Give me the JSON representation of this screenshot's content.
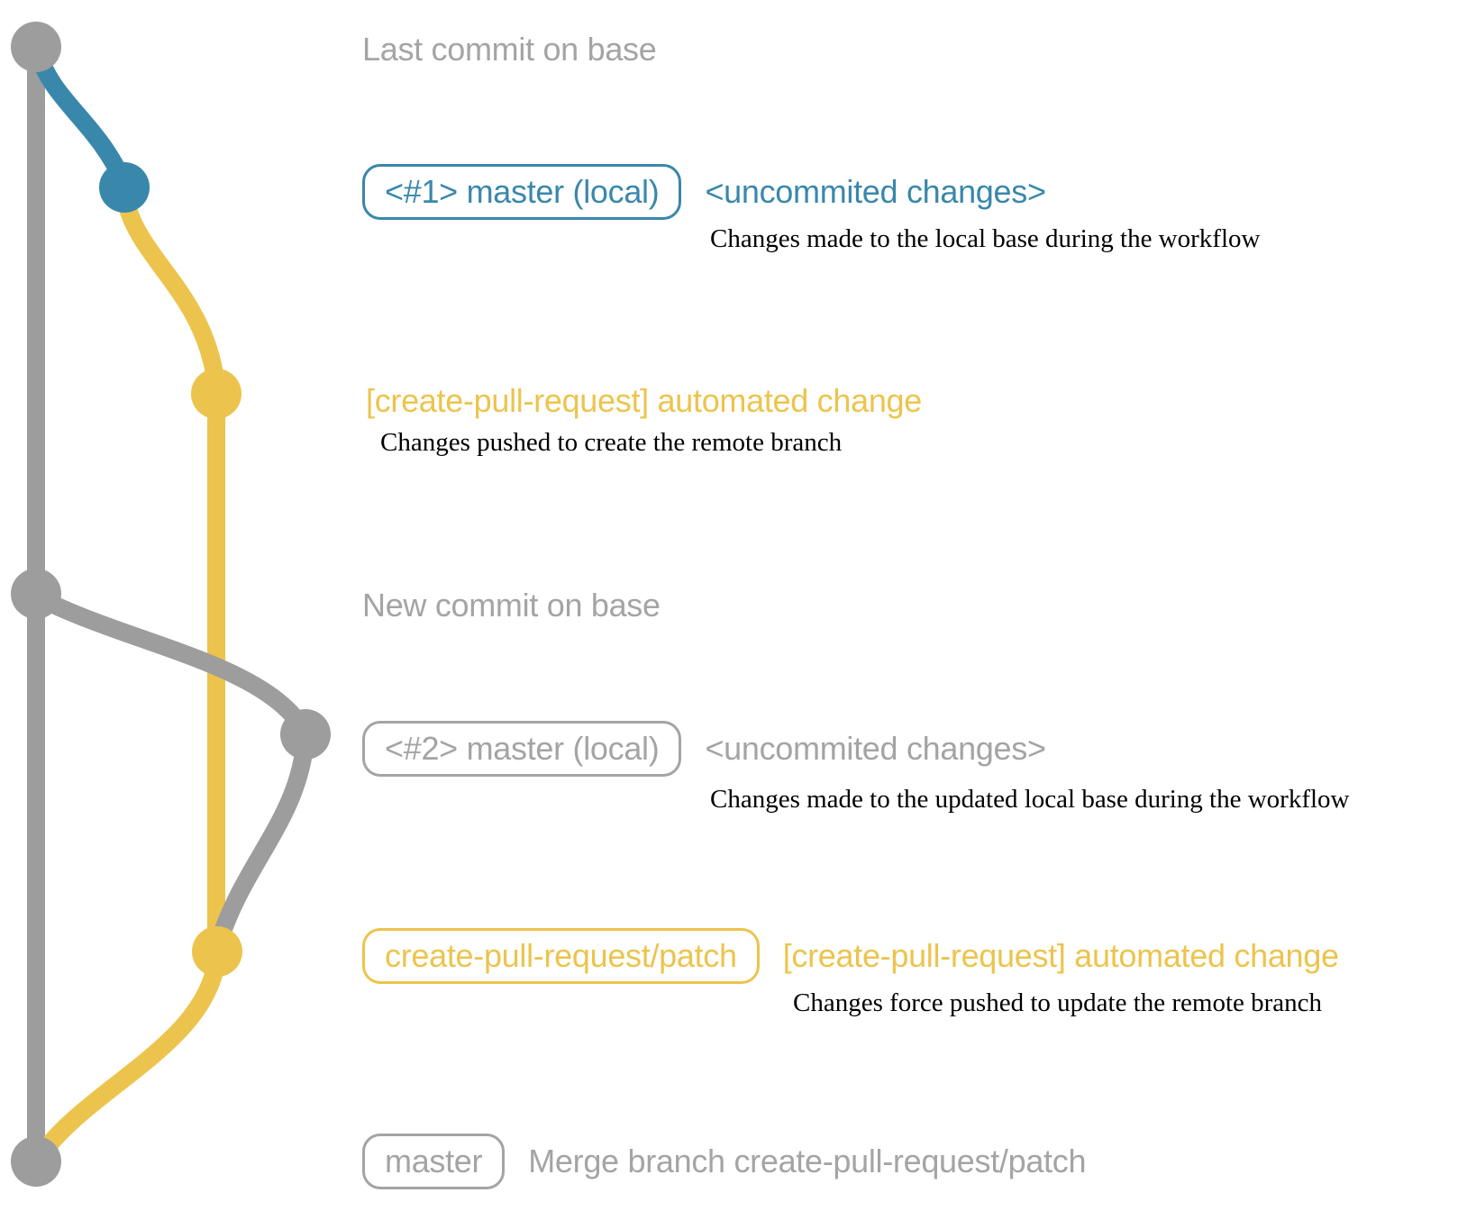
{
  "colors": {
    "background": "#ffffff",
    "branch_blue": "#3a87ac",
    "branch_yellow": "#ecc44d",
    "branch_gray": "#9d9d9d",
    "label_gray": "#a4a4a4",
    "caption_color": "#000000"
  },
  "texts": {
    "top_label": "Last commit on base",
    "row1_pill": "<#1> master (local)",
    "row1_heading": "<uncommited changes>",
    "row1_caption": "Changes made to the local base during the workflow",
    "row2_heading": "[create-pull-request] automated change",
    "row2_caption": "Changes pushed to create the remote branch",
    "mid_label": "New commit on base",
    "row3_pill": "<#2> master (local)",
    "row3_heading": "<uncommited changes>",
    "row3_caption": "Changes made to the updated local base during the workflow",
    "row4_pill": "create-pull-request/patch",
    "row4_heading": "[create-pull-request] automated change",
    "row4_caption": "Changes force pushed to update the remote branch",
    "row5_pill": "master",
    "row5_heading": "Merge branch create-pull-request/patch"
  },
  "graph": {
    "commit_dots": [
      {
        "id": "commit-last-on-base",
        "color": "gray"
      },
      {
        "id": "commit-uncommitted-1",
        "color": "blue"
      },
      {
        "id": "commit-automated-change-1",
        "color": "yellow"
      },
      {
        "id": "commit-new-on-base",
        "color": "gray"
      },
      {
        "id": "commit-uncommitted-2",
        "color": "gray"
      },
      {
        "id": "commit-automated-change-2",
        "color": "yellow"
      },
      {
        "id": "commit-merge",
        "color": "gray"
      }
    ]
  }
}
